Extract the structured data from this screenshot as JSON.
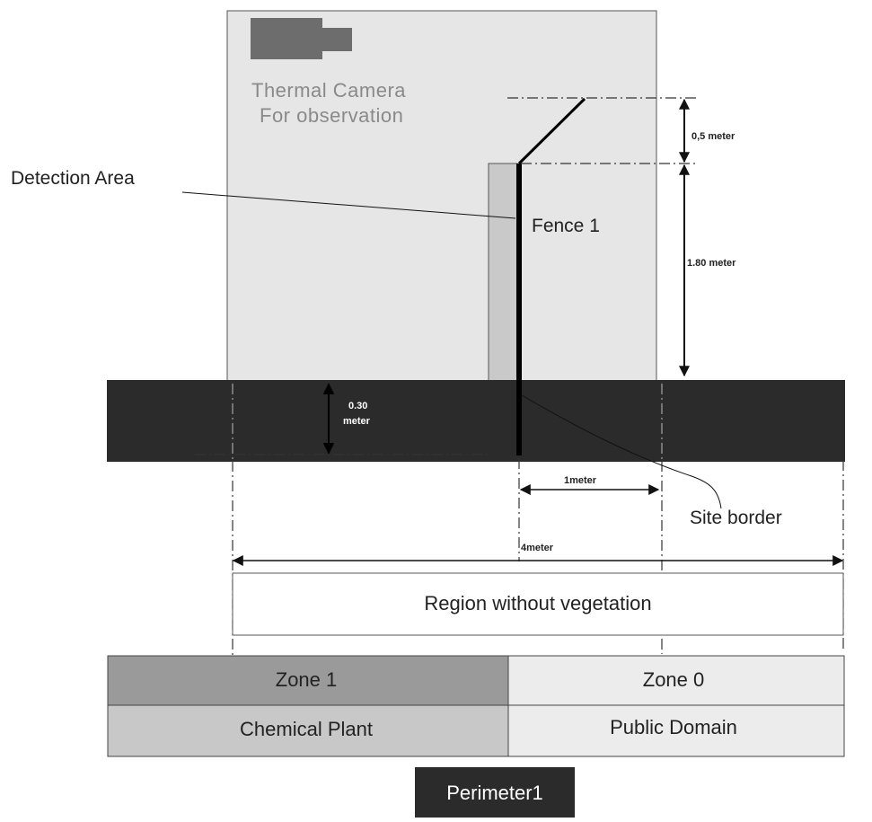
{
  "camera": {
    "label_line1": "Thermal Camera",
    "label_line2": "For observation",
    "icon": "camera-icon"
  },
  "labels": {
    "detection_area": "Detection Area",
    "fence": "Fence 1",
    "site_border": "Site border"
  },
  "dimensions": {
    "top_height": "0,5 meter",
    "fence_height": "1.80 meter",
    "depth_line1": "0.30",
    "depth_line2": "meter",
    "border_offset": "1meter",
    "total_width": "4meter"
  },
  "region": {
    "label": "Region without vegetation"
  },
  "zones": {
    "zone1": "Zone 1",
    "zone0": "Zone 0",
    "left_area": "Chemical Plant",
    "right_area": "Public Domain"
  },
  "perimeter": {
    "label": "Perimeter1"
  },
  "colors": {
    "background_panel": "#e6e6e6",
    "ground_band": "#2b2b2b",
    "zone1": "#9a9a9a",
    "chemical_plant": "#c8c8c8",
    "public_light": "#ececec",
    "perimeter_box": "#2b2b2b"
  }
}
